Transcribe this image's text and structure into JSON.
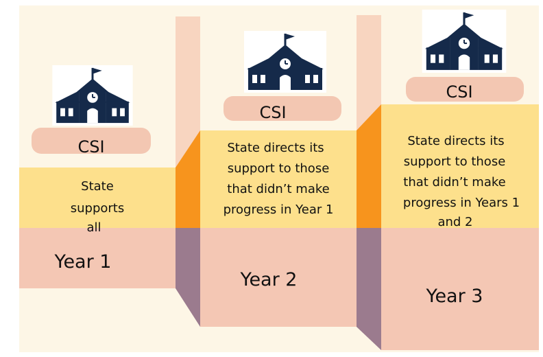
{
  "steps": [
    {
      "year": "Year 1",
      "badge": "CSI",
      "description_lines": [
        "State",
        "supports",
        "all"
      ]
    },
    {
      "year": "Year 2",
      "badge": "CSI",
      "description_lines": [
        "State directs its",
        "support to those",
        "that didn’t make",
        "progress in Year 1"
      ]
    },
    {
      "year": "Year 3",
      "badge": "CSI",
      "description_lines": [
        "State directs its",
        "support to those",
        "that didn’t make",
        "progress in Years 1",
        "and 2"
      ]
    }
  ],
  "icons": [
    "school-building-icon",
    "school-building-icon",
    "school-building-icon"
  ],
  "colors": {
    "background": "#fdf6e6",
    "step_pink": "#f8d5c0",
    "band_yellow": "#fde08c",
    "connector_orange": "#f7941d",
    "connector_purple": "#9b7b8e",
    "badge_pink": "#f3c7b2",
    "school_navy": "#152a4a"
  }
}
